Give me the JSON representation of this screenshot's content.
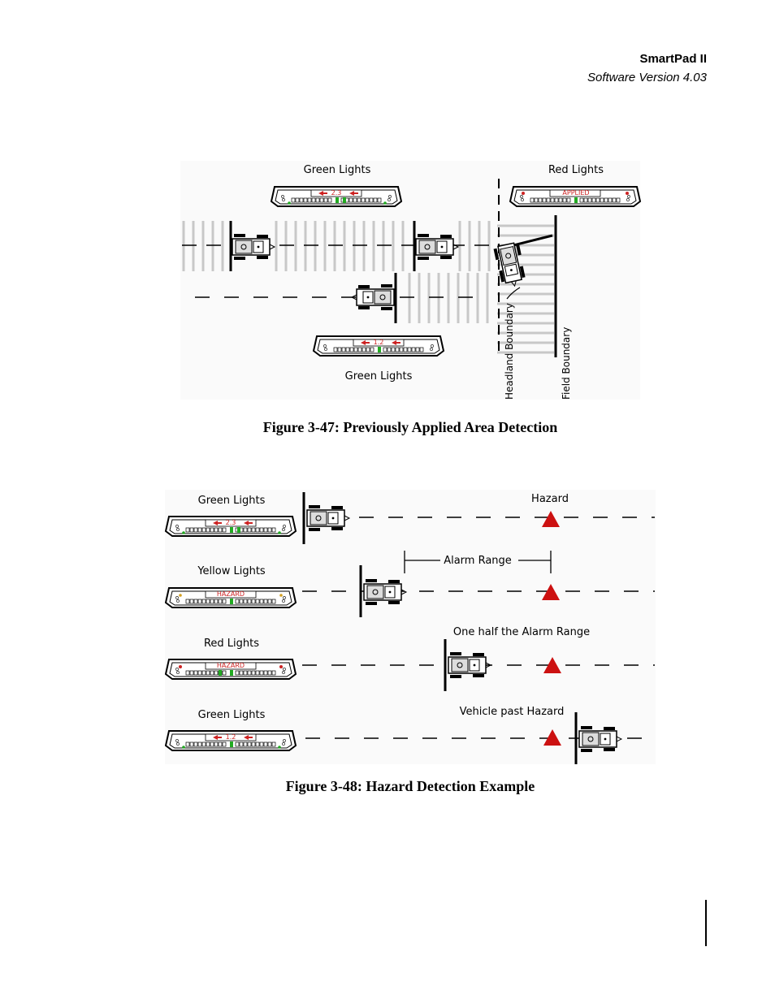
{
  "header": {
    "title": "SmartPad II",
    "subtitle": "Software Version 4.03"
  },
  "figure47": {
    "caption": "Figure 3-47: Previously Applied Area Detection",
    "label_green_top": "Green Lights",
    "label_red_top": "Red Lights",
    "label_green_bottom": "Green Lights",
    "label_headland": "Headland Boundary",
    "label_field": "Field Boundary",
    "display_green_top": "2.3",
    "display_red_top": "APPLIED",
    "display_green_bottom": "1.2"
  },
  "figure48": {
    "caption": "Figure 3-48: Hazard Detection Example",
    "row1_label": "Green Lights",
    "row1_display": "2.3",
    "row2_label": "Yellow Lights",
    "row2_display": "HAZARD",
    "row3_label": "Red Lights",
    "row3_display": "HAZARD",
    "row4_label": "Green Lights",
    "row4_display": "1.2",
    "hazard_label": "Hazard",
    "alarm_range_label": "Alarm Range",
    "half_range_label": "One half the Alarm Range",
    "past_hazard_label": "Vehicle past Hazard"
  },
  "colors": {
    "green_led": "#22aa22",
    "red_led": "#cc2222",
    "arrow_red": "#cc2222",
    "hazard_red": "#cc1111"
  }
}
